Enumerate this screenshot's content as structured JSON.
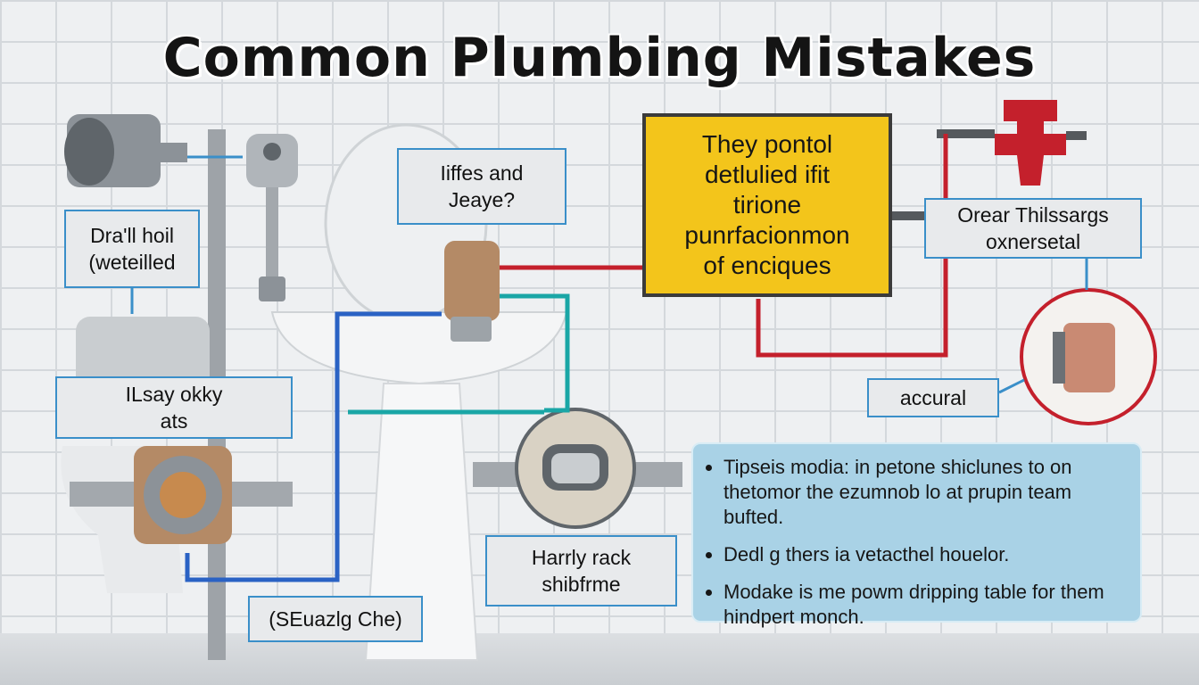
{
  "title": "Common Plumbing Mistakes",
  "labels": {
    "drain": [
      "Dra'll hoil",
      "(weteilled"
    ],
    "sink_question": [
      "Iiffes and",
      "Jeaye?"
    ],
    "lssay": [
      "ILsay okky",
      "ats"
    ],
    "harrly": [
      "Harrly rack",
      "shibfrme"
    ],
    "seuazig": "(SEuazlg Che)",
    "orear": [
      "Orear Thilssargs",
      "oxnersetal"
    ],
    "acceral": "accural"
  },
  "callout": [
    "They pontol",
    "detlulied ifit",
    "tirione",
    "punrfacionmon",
    "of enciques"
  ],
  "tips": [
    "Tipseis modia: in petone shiclunes to on thetomor the ezumnob lo at prupin team bufted.",
    "Dedl g thers ia vetacthel houelor.",
    "Modake is me powm dripping table for them hindpert monch."
  ],
  "colors": {
    "accent_blue": "#3a8fc9",
    "callout_yellow": "#f3c51b",
    "pipe_red": "#c4202c",
    "pipe_teal": "#1aa6a6",
    "pipe_blue": "#2a62c4",
    "tips_bg": "#a9d2e6"
  },
  "icons": [
    "pipe-fitting-icon",
    "shutoff-valve-icon",
    "faucet-valve-icon",
    "pipe-union-icon",
    "drain-strainer-icon",
    "cutaway-valve-icon",
    "pressure-valve-icon"
  ]
}
